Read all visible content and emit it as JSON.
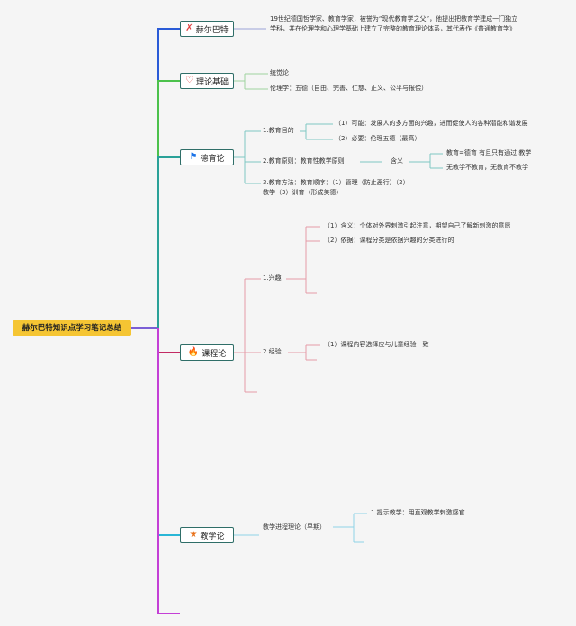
{
  "root": {
    "label": "赫尔巴特知识点学习笔记总结"
  },
  "branches": {
    "herbart": {
      "label": "赫尔巴特",
      "icon": "✗",
      "icon_name": "cross-pencil-icon",
      "color": "#e03c3c",
      "description": "19世纪德国哲学家、教育学家，被誉为“现代教育学之父”，他提出把教育学建成一门独立学科，并在伦理学和心理学基础上建立了完整的教育理论体系，其代表作《普通教育学》"
    },
    "theory": {
      "label": "理论基础",
      "icon": "♡",
      "icon_name": "heart-icon",
      "color": "#e03c3c",
      "items": [
        "统觉论",
        "伦理学：五德（自由、完善、仁慈、正义、公平与报偿）"
      ]
    },
    "moral": {
      "label": "德育论",
      "icon": "⚑",
      "icon_name": "flag-icon",
      "color": "#1a73e8",
      "goal": {
        "label": "1.教育目的",
        "items": [
          "（1）可能：发展人的多方面的兴趣，进而促使人的各种潜能和谐发展",
          "（2）必要：伦理五德（最高）"
        ]
      },
      "principle": {
        "label": "2.教育原则：教育性教学原则",
        "meaning_label": "含义",
        "items": [
          "教育=德育 有且只有通过 教学",
          "无教学不教育，无教育不教学"
        ]
      },
      "method": {
        "label": "3.教育方法：教育顺序：（1）管理（防止恶行）（2）教学（3）训育（形成美德）"
      }
    },
    "curriculum": {
      "label": "课程论",
      "icon": "🔥",
      "icon_name": "fire-icon",
      "color": "#1a73e8",
      "interest": {
        "label": "1.兴趣",
        "items": [
          "（1）含义：个体对外界刺激引起注意，期望自己了解新刺激的意愿",
          "（2）依据：课程分类是依据兴趣的分类进行的"
        ]
      },
      "experience": {
        "label": "2.经验",
        "items": [
          "（1）课程内容选择应与儿童经验一致"
        ]
      }
    },
    "teaching": {
      "label": "教学论",
      "icon": "★",
      "icon_name": "star-icon",
      "color": "#e8711a",
      "process": {
        "label": "教学进程理论（早期）",
        "items": [
          "1.提示教学：用直观教学刺激感官"
        ]
      }
    }
  }
}
